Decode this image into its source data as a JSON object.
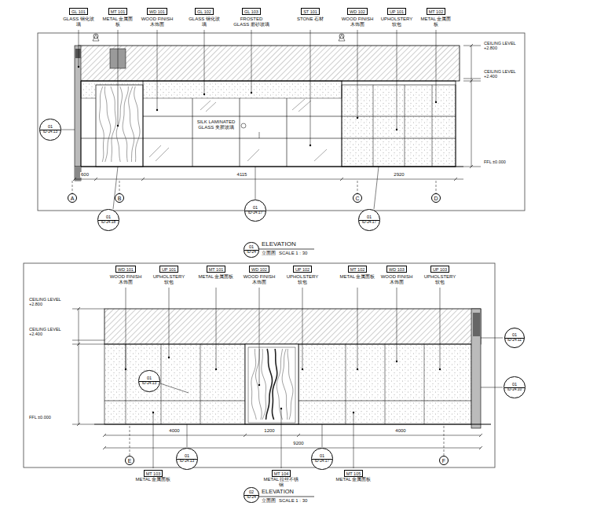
{
  "diagram": {
    "nodes": [
      {
        "text": [
          "01",
          "ID-24.13"
        ]
      },
      {
        "text": [
          "01",
          "ID-24.18"
        ]
      },
      {
        "text": [
          "01",
          "ID-24.17"
        ]
      },
      {
        "text": [
          "01",
          "ID-24.17"
        ]
      },
      {
        "text": [
          "A"
        ]
      },
      {
        "text": [
          "B"
        ]
      },
      {
        "text": [
          "C"
        ]
      },
      {
        "text": [
          "D"
        ]
      },
      {
        "text": [
          "E"
        ]
      },
      {
        "text": [
          "F"
        ]
      },
      {
        "text": [
          "01",
          "ID-24.13"
        ]
      },
      {
        "text": [
          "01",
          "ID-24.17"
        ]
      },
      {
        "text": [
          "01",
          "ID-24.11"
        ]
      },
      {
        "text": [
          "01",
          "ID-24.10"
        ]
      },
      {
        "text": [
          "01",
          "ID-24.13"
        ]
      },
      {
        "text": [
          "01",
          "ID-24"
        ]
      },
      {
        "text": [
          "02",
          "ID-24"
        ]
      }
    ],
    "labels": [
      "GL 101",
      "GLASS 钢化玻璃",
      "MT 101",
      "METAL 金属面板",
      "WD 101",
      "WOOD FINISH 木饰面",
      "GL 102",
      "GLASS 钢化玻璃",
      "GL 103",
      "FROSTED GLASS 磨砂玻璃",
      "ST 101",
      "STONE 石材",
      "WD 102",
      "WOOD FINISH 木饰面",
      "UP 101",
      "UPHOLSTERY 软包",
      "MT 102",
      "METAL 金属面板",
      "SILK LAMINATED GLASS 夹胶玻璃",
      "600",
      "4115",
      "2920",
      "CEILING LEVEL +2.800",
      "CEILING LEVEL +2.400",
      "FFL ±0.000",
      "WD 101",
      "WOOD FINISH 木饰面",
      "UP 101",
      "UPHOLSTERY 软包",
      "MT 101",
      "METAL 金属面板",
      "WD 102",
      "WOOD FINISH 木饰面",
      "UP 102",
      "UPHOLSTERY 软包",
      "MT 102",
      "METAL 金属面板",
      "WD 103",
      "WOOD FINISH 木饰面",
      "UP 103",
      "UPHOLSTERY 软包",
      "MT 103",
      "METAL 金属面板",
      "MT 104",
      "METAL 拉丝不锈钢",
      "MT 105",
      "METAL 金属面板",
      "CEILING LEVEL +2.800",
      "CEILING LEVEL +2.400",
      "FFL ±0.000",
      "4000",
      "1200",
      "4000",
      "9200",
      "ELEVATION",
      "立面图",
      "SCALE 1 : 30",
      "ELEVATION",
      "立面图",
      "SCALE 1 : 30"
    ]
  }
}
